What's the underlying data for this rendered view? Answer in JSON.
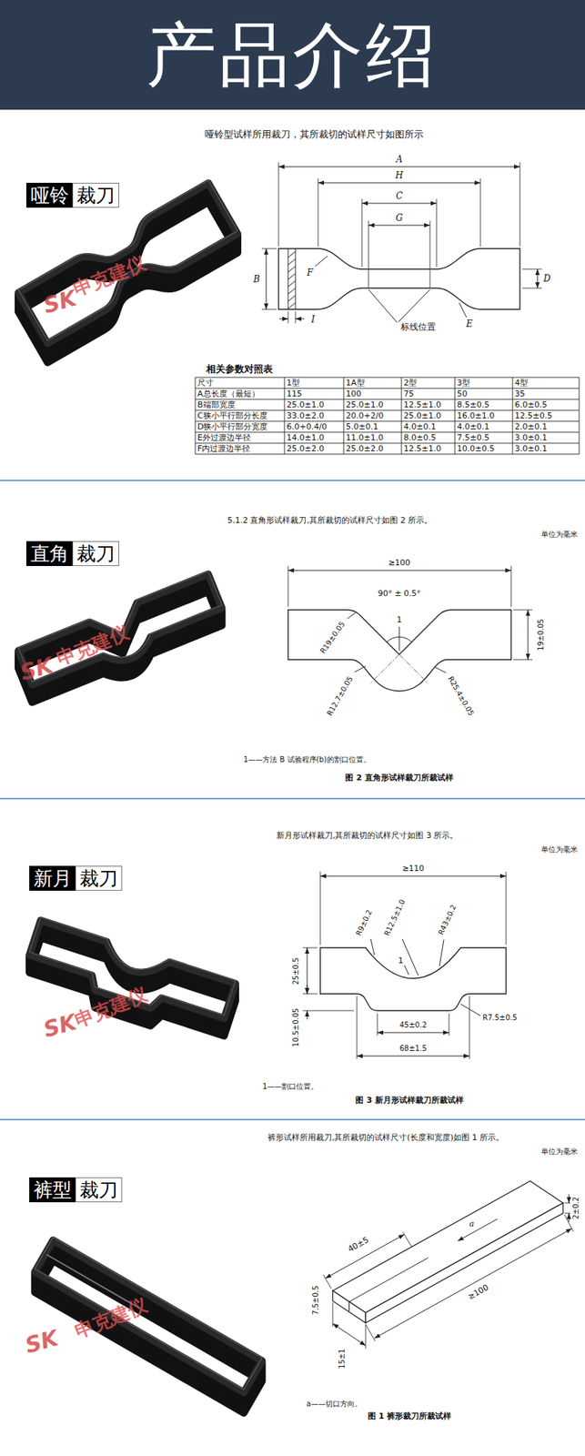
{
  "diagram": {
    "title": "产品介绍",
    "nodes": [
      {
        "text": [
          "哑铃"
        ]
      },
      {
        "text": [
          "裁刀"
        ]
      },
      {
        "text": [
          "直角"
        ]
      },
      {
        "text": [
          "裁刀"
        ]
      },
      {
        "text": [
          "新月"
        ]
      },
      {
        "text": [
          "裁刀"
        ]
      },
      {
        "text": [
          "裤型"
        ]
      },
      {
        "text": [
          "裁刀"
        ]
      }
    ],
    "labels": [
      "哑铃型试样所用裁刀，其所裁切的试样尺寸如图所示",
      "A",
      "H",
      "C",
      "G",
      "B",
      "F",
      "I",
      "E",
      "D",
      "标线位置",
      "SK",
      "申克建仪",
      "相关参数对照表",
      "尺寸",
      "1型",
      "1A型",
      "2型",
      "3型",
      "4型",
      "A总长度（最短）",
      "115",
      "100",
      "75",
      "50",
      "35",
      "B端部宽度",
      "25.0±1.0",
      "25.0±1.0",
      "12.5±1.0",
      "8.5±0.5",
      "6.0±0.5",
      "C狭小平行部分长度",
      "33.0±2.0",
      "20.0+2/0",
      "25.0±1.0",
      "16.0±1.0",
      "12.5±0.5",
      "D狭小平行部分宽度",
      "6.0+0.4/0",
      "5.0±0.1",
      "4.0±0.1",
      "4.0±0.1",
      "2.0±0.1",
      "E外过渡边半径",
      "14.0±1.0",
      "11.0±1.0",
      "8.0±0.5",
      "7.5±0.5",
      "3.0±0.1",
      "F内过渡边半径",
      "25.0±2.0",
      "25.0±2.0",
      "12.5±1.0",
      "10.0±0.5",
      "3.0±0.1",
      "5.1.2 直角形试样裁刀,其所裁切的试样尺寸如图 2 所示。",
      "单位为毫米",
      "≥100",
      "90° ± 0.5°",
      "1",
      "R19±0.05",
      "19±0.05",
      "R12.7±0.05",
      "R25.4±0.05",
      "SK",
      "申克建仪",
      "1——方法 B 试验程序(b)的割口位置。",
      "图 2 直角形试样裁刀所裁试样",
      "新月形试样裁刀,其所裁切的试样尺寸如图 3 所示。",
      "单位为毫米",
      "≥110",
      "R9±0.2",
      "R12.5±1.0",
      "R43±0.2",
      "1",
      "R7.5±0.5",
      "25±0.5",
      "10.5±0.05",
      "45±0.2",
      "68±1.5",
      "SK",
      "申克建仪",
      "1——割口位置。",
      "图 3 新月形试样裁刀所裁试样",
      "裤形试样所用裁刀,其所裁切的试样尺寸(长度和宽度)如图 1 所示。",
      "单位为毫米",
      "40±5",
      "a",
      "≥100",
      "7.5±0.5",
      "15±1",
      "2±0.2",
      "SK",
      "申克建仪",
      "a——切口方向。",
      "图 1 裤形裁刀所裁试样"
    ]
  }
}
